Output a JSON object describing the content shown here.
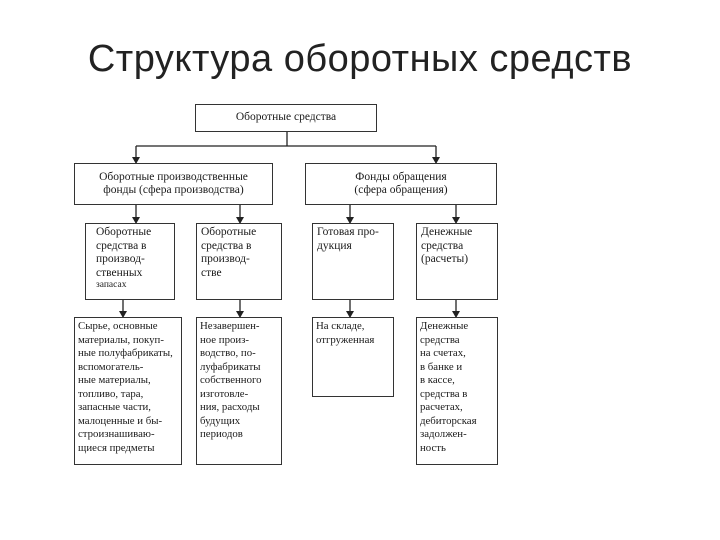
{
  "title": "Структура оборотных средств",
  "root": {
    "label": "Оборотные средства"
  },
  "groups": [
    {
      "lines": [
        "Оборотные производственные",
        "фонды (сфера производства)"
      ]
    },
    {
      "lines": [
        "Фонды обращения",
        "(сфера обращения)"
      ]
    }
  ],
  "categories": [
    {
      "lines": [
        "Оборотные",
        "средства в",
        "производ-",
        "ственных",
        "запасах"
      ]
    },
    {
      "lines": [
        "Оборотные",
        "средства в",
        "производ-",
        "стве"
      ]
    },
    {
      "lines": [
        "Готовая про-",
        "дукция"
      ]
    },
    {
      "lines": [
        "Денежные",
        "средства",
        "(расчеты)"
      ]
    }
  ],
  "details": [
    {
      "lines": [
        "Сырье, основные",
        "материалы, покуп-",
        "ные полуфабрикаты,",
        "вспомогатель-",
        "ные материалы,",
        "топливо, тара,",
        "запасные части,",
        "малоценные и бы-",
        "строизнашиваю-",
        "щиеся предметы"
      ]
    },
    {
      "lines": [
        "Незавершен-",
        "ное произ-",
        "водство, по-",
        "луфабрикаты",
        "собственного",
        "изготовле-",
        "ния, расходы",
        "будущих",
        "периодов"
      ]
    },
    {
      "lines": [
        "На складе,",
        "отгруженная"
      ]
    },
    {
      "lines": [
        "Денежные",
        "средства",
        "на счетах,",
        "в банке и",
        "в кассе,",
        "средства в",
        "расчетах,",
        "дебиторская",
        "задолжен-",
        "ность"
      ]
    }
  ]
}
